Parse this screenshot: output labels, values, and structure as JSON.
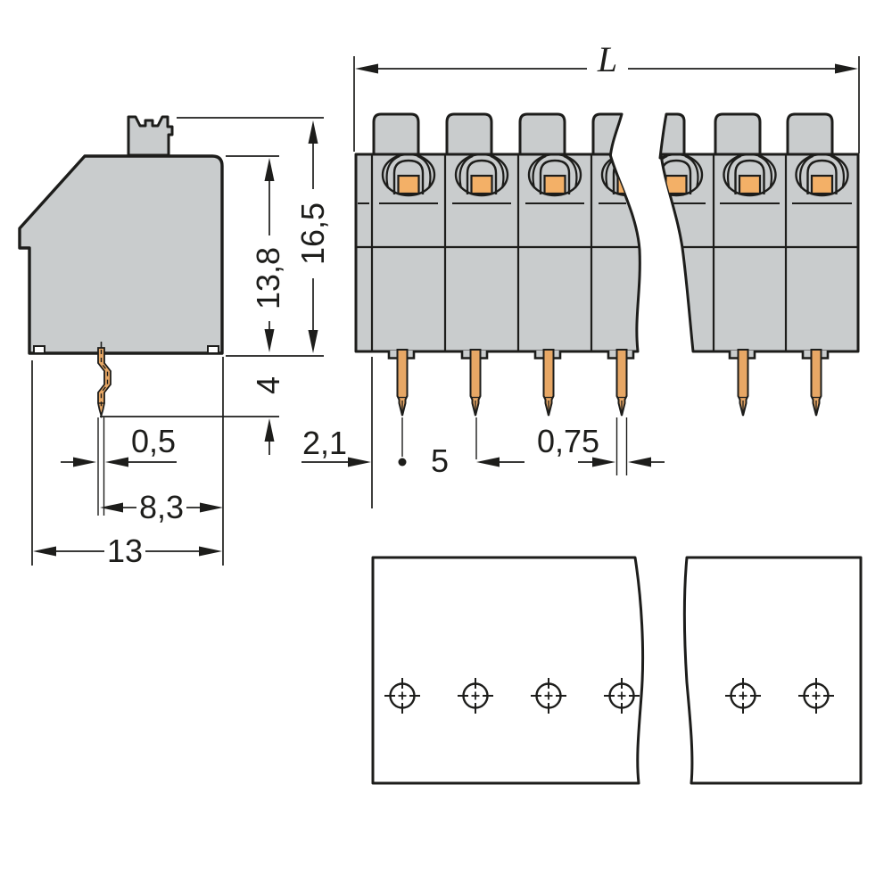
{
  "drawing": {
    "background": "#ffffff",
    "line_color": "#1d1d1b",
    "body_color": "#c9cccd",
    "conductor_color": "#e7a765",
    "clamp_window_color": "#f3b067",
    "side_view": {
      "dim_total_width": "13",
      "dim_pin_to_edge": "8,3",
      "dim_pin_thickness": "0,5",
      "dim_pin_protrusion": "4",
      "dim_body_height": "13,8",
      "dim_total_height": "16,5"
    },
    "front_view": {
      "dim_total_length": "L",
      "dim_first_pin_offset": "2,1",
      "dim_pin_pitch": "5",
      "dim_pin_width": "0,75",
      "poles_visible": 6
    },
    "drill_plan": {
      "holes_visible": 6
    }
  }
}
